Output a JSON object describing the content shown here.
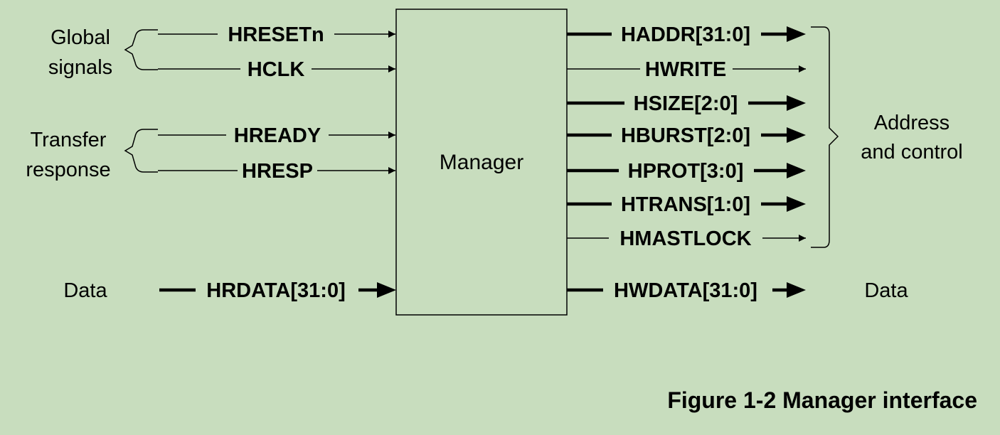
{
  "block": {
    "label": "Manager"
  },
  "inputs": {
    "global": {
      "label_lines": [
        "Global",
        "signals"
      ],
      "signals": [
        "HRESETn",
        "HCLK"
      ]
    },
    "transfer": {
      "label_lines": [
        "Transfer",
        "response"
      ],
      "signals": [
        "HREADY",
        "HRESP"
      ]
    },
    "data": {
      "label": "Data",
      "signal": "HRDATA[31:0]"
    }
  },
  "outputs": {
    "address_control": {
      "label_lines": [
        "Address",
        "and control"
      ],
      "signals": [
        "HADDR[31:0]",
        "HWRITE",
        "HSIZE[2:0]",
        "HBURST[2:0]",
        "HPROT[3:0]",
        "HTRANS[1:0]",
        "HMASTLOCK"
      ]
    },
    "data": {
      "label": "Data",
      "signal": "HWDATA[31:0]"
    }
  },
  "caption": "Figure 1-2 Manager interface"
}
